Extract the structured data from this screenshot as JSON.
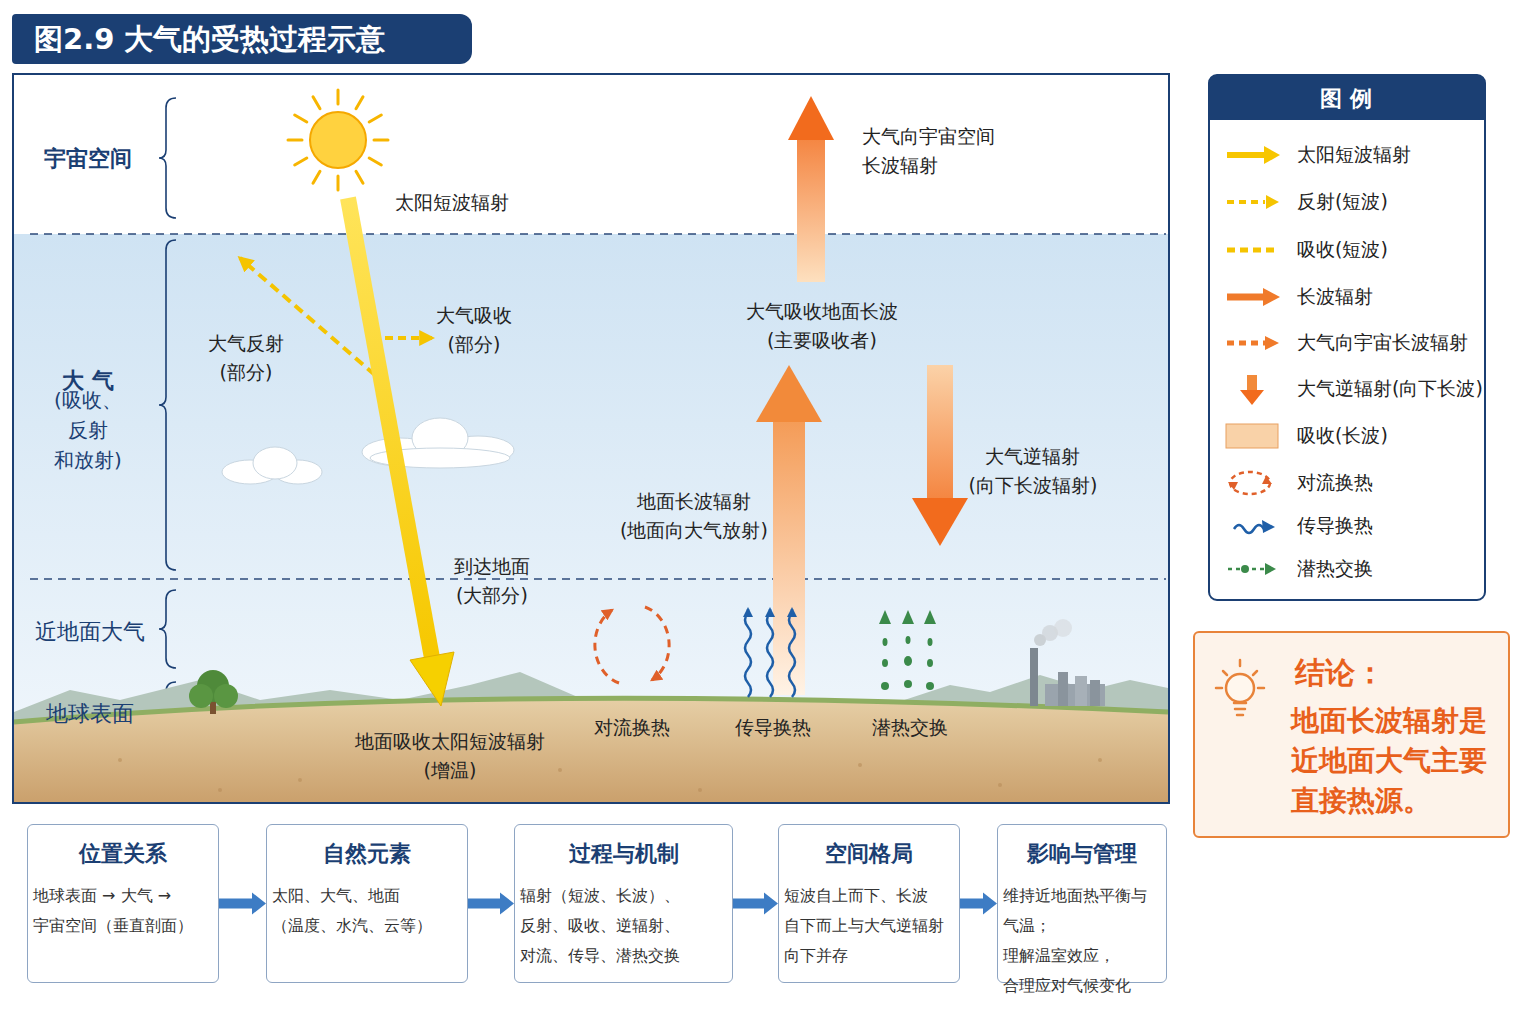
{
  "diagram": {
    "title": "图2.9 大气的受热过程示意",
    "nodes": [
      {
        "text": [
          "结论：",
          "地面长波辐射是近地面大气主要直接热源。"
        ]
      },
      {
        "text": [
          "位置关系",
          "地球表面 → 大气 → 宇宙空间（垂直剖面）"
        ]
      },
      {
        "text": [
          "自然元素",
          "太阳、大气、地面 （温度、水汽、云等）"
        ]
      },
      {
        "text": [
          "过程与机制",
          "辐射（短波、长波）、 反射、吸收、逆辐射、 对流、传导、潜热交换"
        ]
      },
      {
        "text": [
          "空间格局",
          "短波自上而下、长波 自下而上与大气逆辐射 向下并存"
        ]
      },
      {
        "text": [
          "影响与管理",
          "维持近地面热平衡与 气温；理解温室效应， 合理应对气候变化"
        ]
      }
    ],
    "edges": [
      {
        "from": 1,
        "to": 2,
        "arrow": "to"
      },
      {
        "from": 2,
        "to": 3,
        "arrow": "to"
      },
      {
        "from": 3,
        "to": 4,
        "arrow": "to"
      },
      {
        "from": 4,
        "to": 5,
        "arrow": "to"
      }
    ],
    "labels": [
      "宇宙空间",
      "大 气",
      "(吸收、反射 和放射)",
      "近地面大气",
      "地球表面",
      "太阳短波辐射",
      "大气向宇宙空间 长波辐射",
      "大气反射 (部分)",
      "大气吸收 (部分)",
      "大气吸收地面长波 (主要吸收者)",
      "大气逆辐射 (向下长波辐射)",
      "地面长波辐射 (地面向大气放射)",
      "到达地面 (大部分)",
      "对流换热",
      "传导换热",
      "潜热交换",
      "地面吸收太阳短波辐射 (增温)",
      "图 例"
    ],
    "legend": [
      {
        "text": "太阳短波辐射"
      },
      {
        "text": "反射(短波)"
      },
      {
        "text": "吸收(短波)"
      },
      {
        "text": "长波辐射"
      },
      {
        "text": "大气向宇宙长波辐射"
      },
      {
        "text": "大气逆辐射(向下长波)"
      },
      {
        "text": "吸收(长波)",
        "color": "#f9d2a8"
      },
      {
        "text": "对流换热"
      },
      {
        "text": "传导换热"
      },
      {
        "text": "潜热交换"
      }
    ]
  }
}
